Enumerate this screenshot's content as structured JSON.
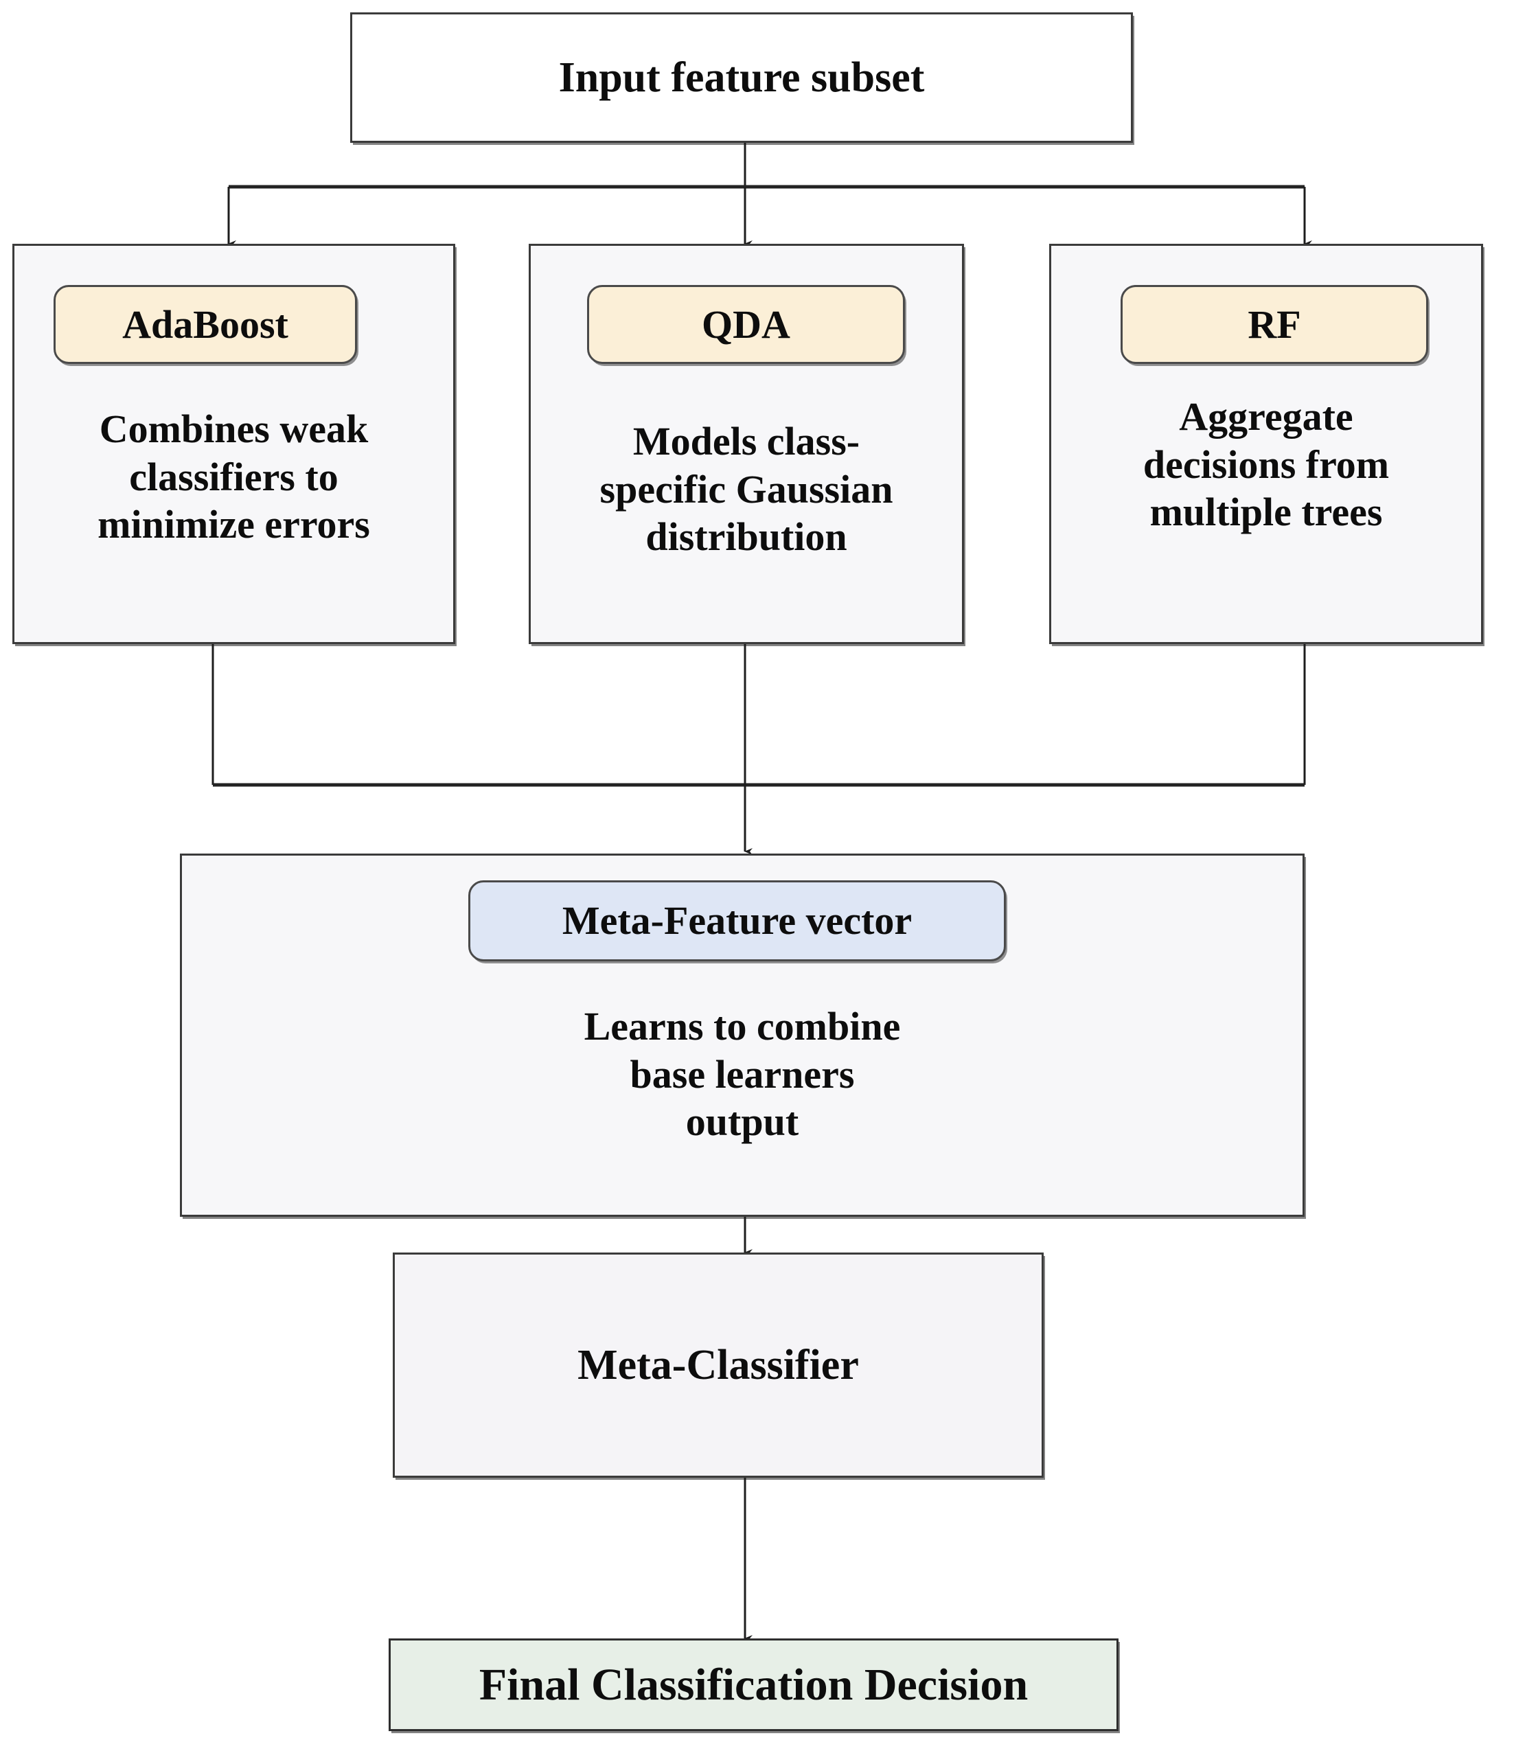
{
  "diagram": {
    "title": "Stacking ensemble classification flowchart",
    "colors": {
      "base_learner_pill": "#FBEFD7",
      "meta_feature_pill": "#DEE6F5",
      "final_decision_box": "#E7EFE7",
      "container_box": "#F7F7F9",
      "input_box": "#FFFFFF",
      "line": "#1D1D1D",
      "text": "#0D0D0D"
    },
    "input": {
      "label": "Input feature subset"
    },
    "base_learners": [
      {
        "name": "AdaBoost",
        "description": "Combines weak\nclassifiers to\nminimize errors"
      },
      {
        "name": "QDA",
        "description": "Models class-\nspecific Gaussian\ndistribution"
      },
      {
        "name": "RF",
        "description": "Aggregate\ndecisions from\nmultiple trees"
      }
    ],
    "meta_feature": {
      "pill_label": "Meta-Feature vector",
      "description": "Learns to combine\nbase learners\noutput"
    },
    "meta_classifier": {
      "label": "Meta-Classifier"
    },
    "final_decision": {
      "label": "Final Classification Decision"
    }
  }
}
